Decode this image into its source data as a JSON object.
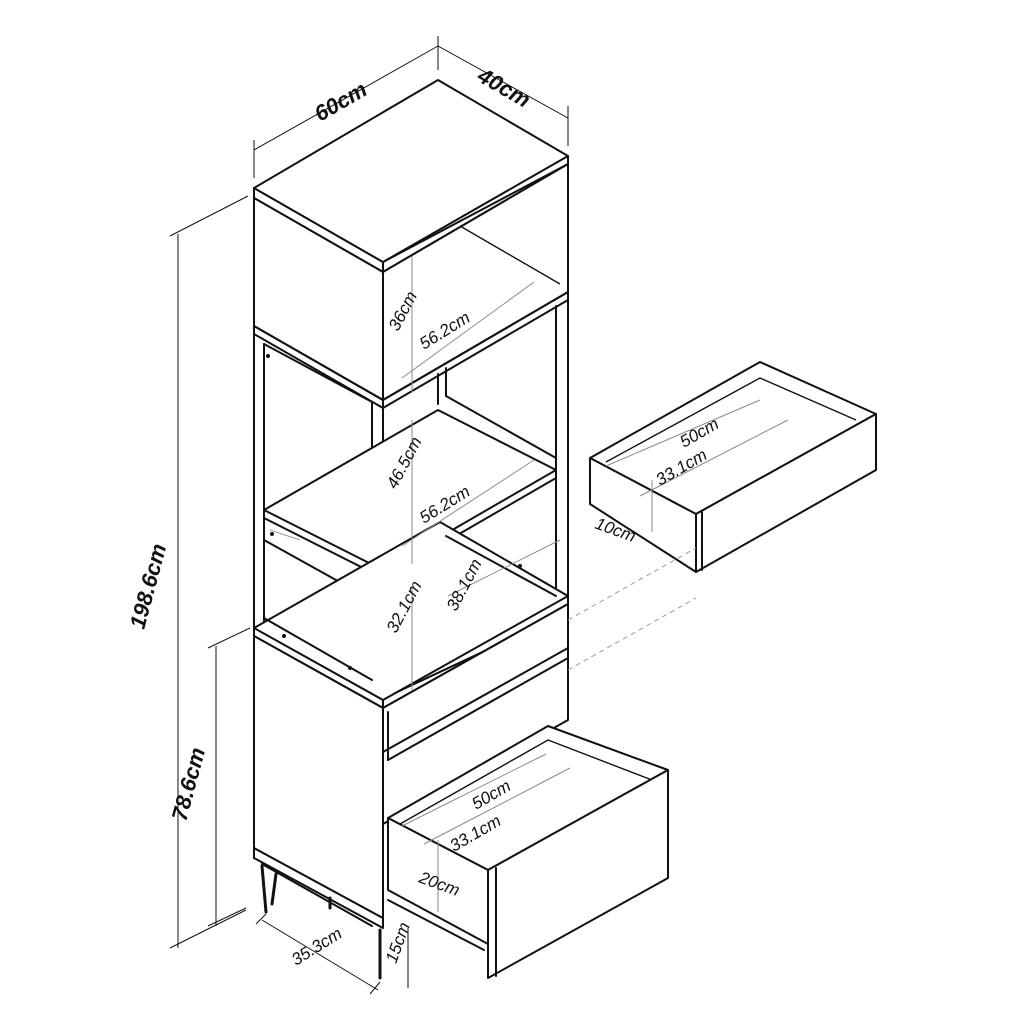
{
  "dimensions": {
    "overall_width": "60cm",
    "overall_depth": "40cm",
    "overall_height": "198.6cm",
    "lower_height": "78.6cm",
    "top_compartment_height": "36cm",
    "top_compartment_width": "56.2cm",
    "middle_compartment_height": "46.5cm",
    "middle_compartment_width": "56.2cm",
    "lower_compartment_height": "32.1cm",
    "lower_compartment_depth": "38.1cm",
    "upper_drawer_width": "50cm",
    "upper_drawer_depth": "33.1cm",
    "upper_drawer_height": "10cm",
    "lower_drawer_width": "50cm",
    "lower_drawer_depth": "33.1cm",
    "lower_drawer_height": "20cm",
    "leg_height": "15cm",
    "leg_spacing": "35.3cm"
  }
}
